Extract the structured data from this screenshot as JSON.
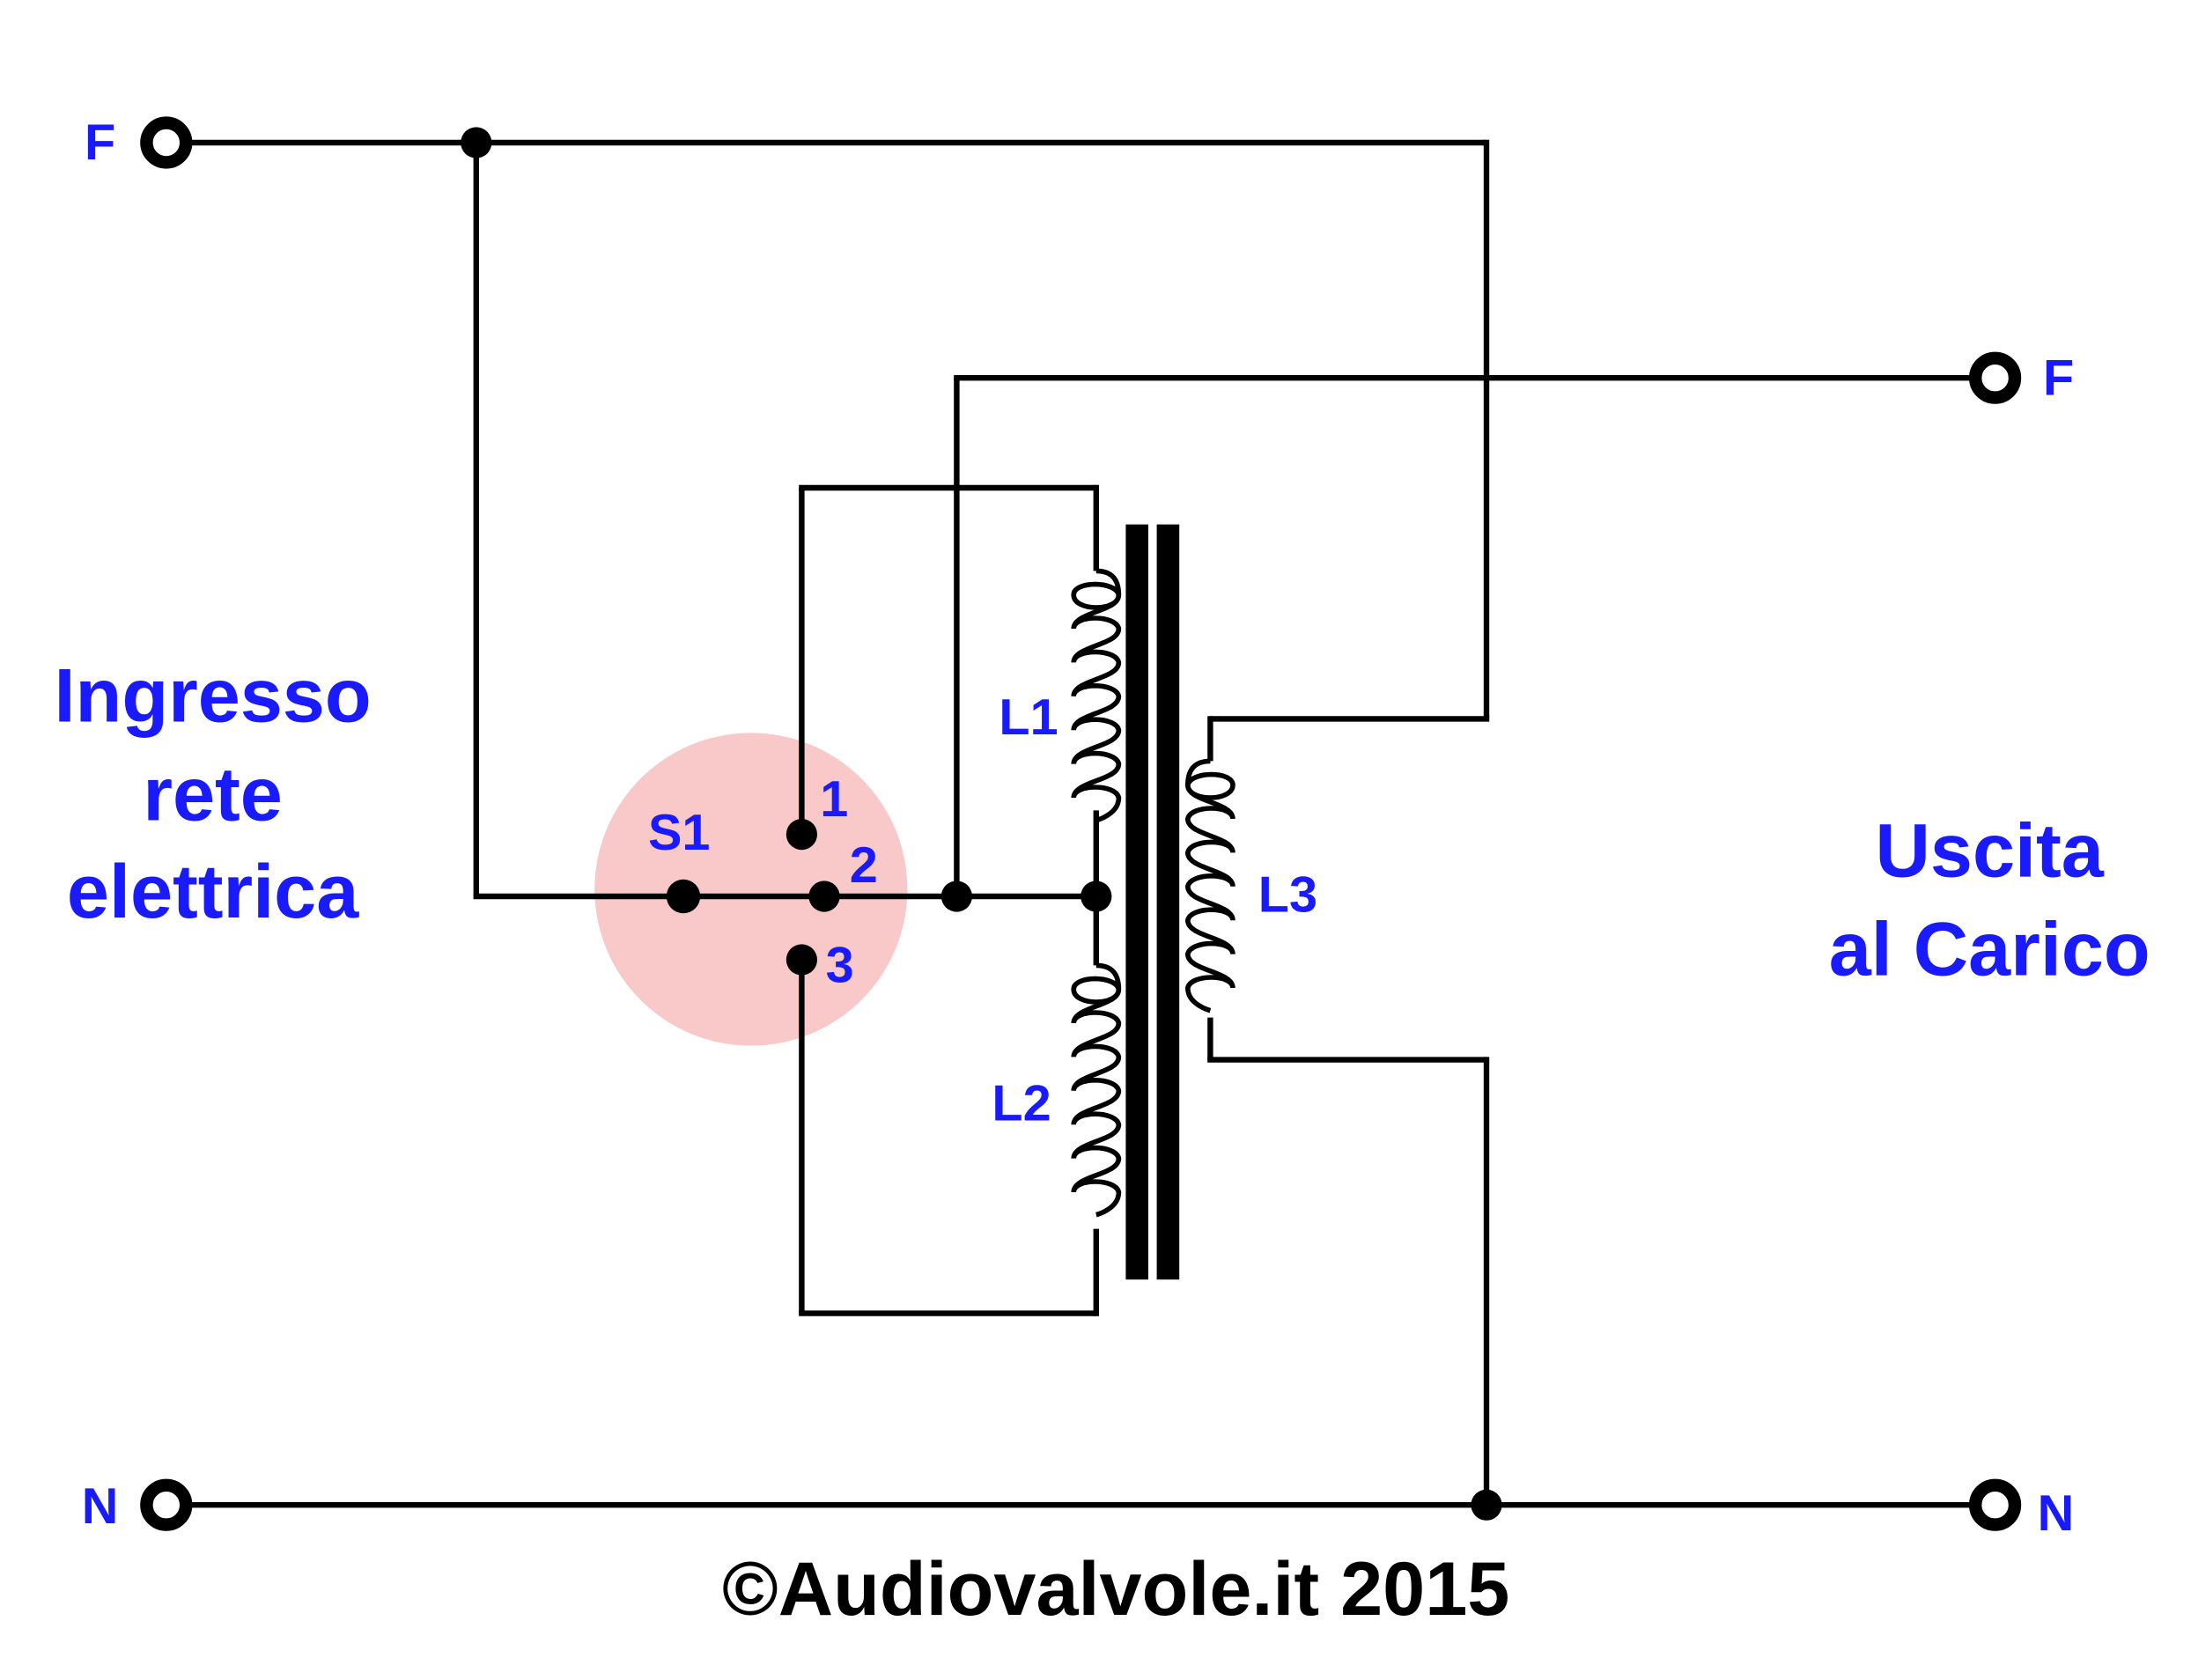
{
  "terminals": {
    "input_phase": "F",
    "input_neutral": "N",
    "output_phase": "F",
    "output_neutral": "N"
  },
  "input_label": [
    "Ingresso",
    "rete",
    "elettrica"
  ],
  "output_label": [
    "Uscita",
    "al Carico"
  ],
  "switch": {
    "name": "S1",
    "positions": [
      "1",
      "2",
      "3"
    ],
    "highlight_color": "#f9c9c9"
  },
  "coils": {
    "l1": "L1",
    "l2": "L2",
    "l3": "L3"
  },
  "copyright": "©Audiovalvole.it 2015",
  "colors": {
    "label_blue": "#1a1aff",
    "wire": "#000000"
  }
}
